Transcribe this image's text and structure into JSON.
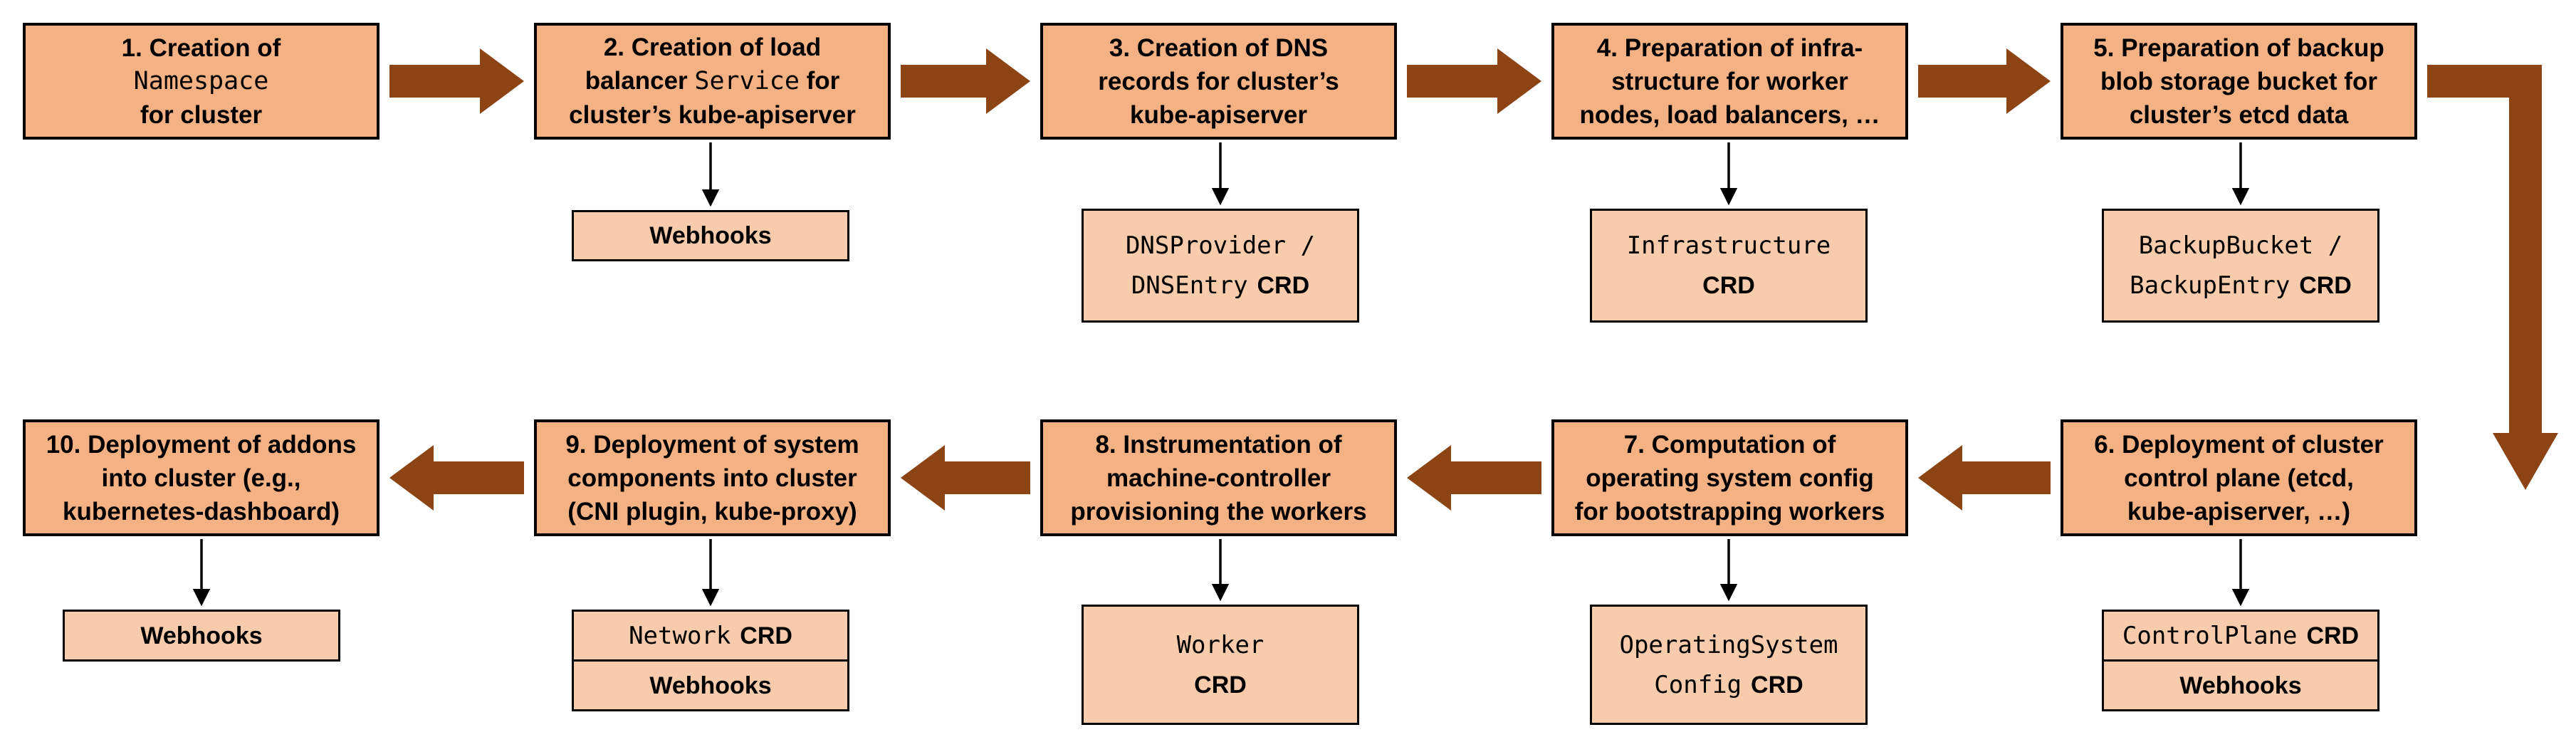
{
  "colors": {
    "step_fill": "#F4B183",
    "sub_fill": "#F8CBAD",
    "arrow": "#8C4415",
    "border": "#000000",
    "background": "#FFFFFF"
  },
  "steps": {
    "s1": {
      "l1": "1. Creation of",
      "code": "Namespace",
      "l3": "for cluster"
    },
    "s2": {
      "l1": "2. Creation of load",
      "l2a": "balancer ",
      "code": "Service",
      "l2c": " for",
      "l3": "cluster’s kube-apiserver"
    },
    "s3": {
      "l1": "3. Creation of DNS",
      "l2": "records for cluster’s",
      "l3": "kube-apiserver"
    },
    "s4": {
      "l1": "4. Preparation of infra-",
      "l2": "structure for worker",
      "l3": "nodes, load balancers, …"
    },
    "s5": {
      "l1": "5. Preparation of backup",
      "l2": "blob storage bucket for",
      "l3": "cluster’s etcd data"
    },
    "s6": {
      "l1": "6. Deployment of cluster",
      "l2": "control plane (etcd,",
      "l3": "kube-apiserver, …)"
    },
    "s7": {
      "l1": "7. Computation of",
      "l2": "operating system config",
      "l3": "for bootstrapping workers"
    },
    "s8": {
      "l1": "8. Instrumentation of",
      "l2": "machine-controller",
      "l3": "provisioning the workers"
    },
    "s9": {
      "l1": "9. Deployment of system",
      "l2": "components into cluster",
      "l3": "(CNI plugin, kube-proxy)"
    },
    "s10": {
      "l1": "10. Deployment of addons",
      "l2": "into cluster (e.g.,",
      "l3": "kubernetes-dashboard)"
    }
  },
  "artifacts": {
    "webhooks2": {
      "label": "Webhooks"
    },
    "dns": {
      "code1": "DNSProvider /",
      "code2": "DNSEntry",
      "crd": "CRD"
    },
    "infra": {
      "code1": "Infrastructure",
      "crd": "CRD"
    },
    "backup": {
      "code1": "BackupBucket /",
      "code2": "BackupEntry",
      "crd": "CRD"
    },
    "controlplane": {
      "code": "ControlPlane",
      "crd": "CRD",
      "webhooks": "Webhooks"
    },
    "osc": {
      "code1": "OperatingSystem",
      "code2": "Config",
      "crd": "CRD"
    },
    "worker": {
      "code1": "Worker",
      "crd": "CRD"
    },
    "network": {
      "code": "Network",
      "crd": "CRD",
      "webhooks": "Webhooks"
    },
    "webhooks10": {
      "label": "Webhooks"
    }
  }
}
